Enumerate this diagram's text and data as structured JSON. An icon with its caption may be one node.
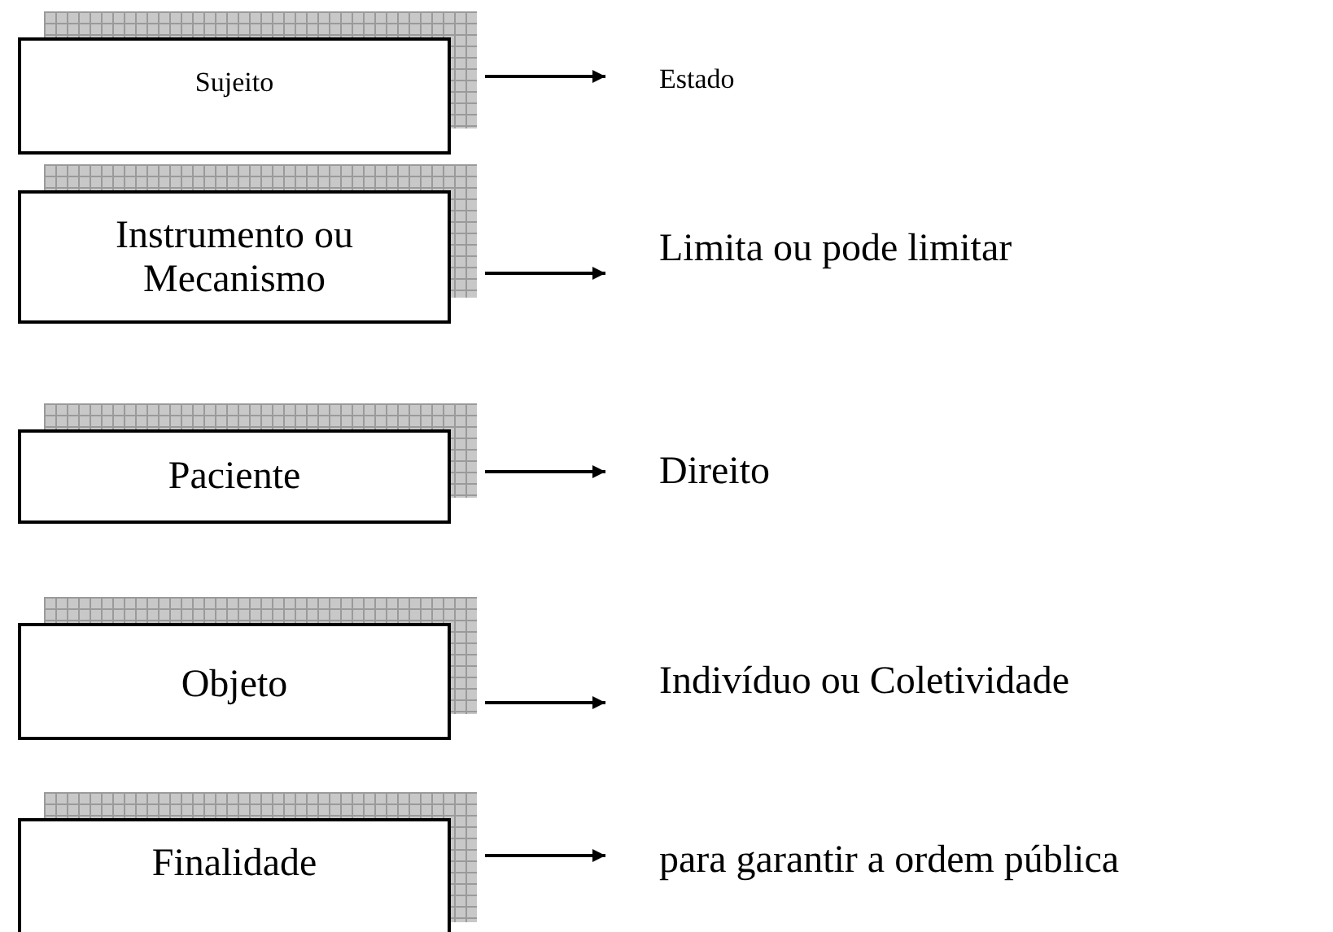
{
  "diagram": {
    "nodes": [
      {
        "text": [
          "Sujeito"
        ]
      },
      {
        "text": [
          "Estado"
        ]
      },
      {
        "text": [
          "Instrumento ou Mecanismo"
        ]
      },
      {
        "text": [
          "Limita ou pode limitar"
        ]
      },
      {
        "text": [
          "Paciente"
        ]
      },
      {
        "text": [
          "Direito"
        ]
      },
      {
        "text": [
          "Objeto"
        ]
      },
      {
        "text": [
          "Indivíduo ou Coletividade"
        ]
      },
      {
        "text": [
          "Finalidade"
        ]
      },
      {
        "text": [
          "para garantir a ordem pública"
        ]
      }
    ],
    "edges": [
      {
        "from": 0,
        "to": 1,
        "arrow": "to"
      },
      {
        "from": 2,
        "to": 3,
        "arrow": "to"
      },
      {
        "from": 4,
        "to": 5,
        "arrow": "to"
      },
      {
        "from": 6,
        "to": 7,
        "arrow": "to"
      },
      {
        "from": 8,
        "to": 9,
        "arrow": "to"
      }
    ]
  }
}
